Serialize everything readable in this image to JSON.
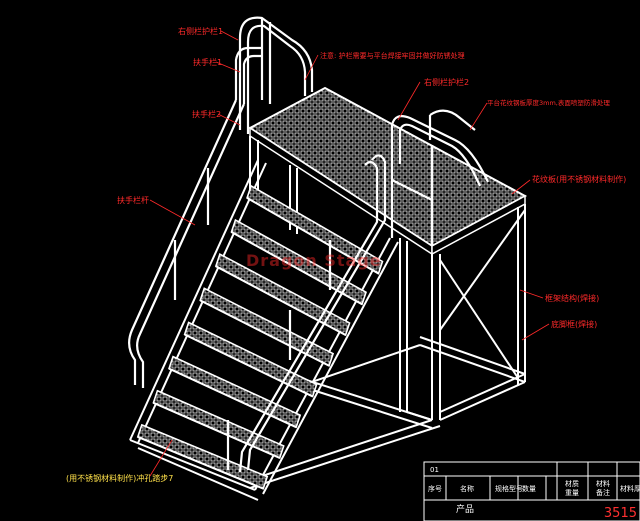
{
  "labels": {
    "guard_right_top": "右侧栏护栏1",
    "guard_note": "注意: 护栏需要与平台焊接牢固并做好防锈处理",
    "handrail_left": "扶手栏1",
    "handrail_left2": "扶手栏2",
    "guard_right2": "右侧栏护栏2",
    "platform_note": "平台花纹钢板厚度3mm,表面喷塑防滑处理",
    "outer_handrail": "扶手栏杆",
    "platform_board": "花纹板(用不锈钢材料制作)",
    "frame_support": "框架结构(焊接)",
    "bottom_frame": "底脚框(焊接)",
    "bottom_step": "(用不锈钢材料制作)冲孔踏步7"
  },
  "watermark": "Dragon Stage",
  "title_block": {
    "item_no": "01",
    "headers": [
      "序号",
      "名称",
      "规格型号",
      "数量",
      "材质",
      "重量",
      "材料",
      "备注",
      "材料厚度"
    ],
    "product_label": "产品"
  },
  "drawing_number": "3515",
  "colors": {
    "background": "#000000",
    "structure": "#ffffff",
    "label": "#ff2a2a",
    "yellow_label": "#ffe14a",
    "leader": "#ff2a2a"
  }
}
